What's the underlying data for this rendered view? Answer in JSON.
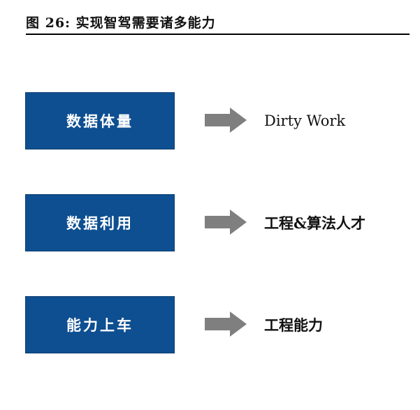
{
  "figure": {
    "title": "图 26: 实现智驾需要诸多能力"
  },
  "rows": [
    {
      "requirement": "数据体量",
      "outcome": "Dirty Work"
    },
    {
      "requirement": "数据利用",
      "outcome": "工程&算法人才"
    },
    {
      "requirement": "能力上车",
      "outcome": "工程能力"
    }
  ],
  "colors": {
    "box_fill": "#0e4f91",
    "arrow_fill": "#7f7f7f",
    "text": "#111111"
  }
}
